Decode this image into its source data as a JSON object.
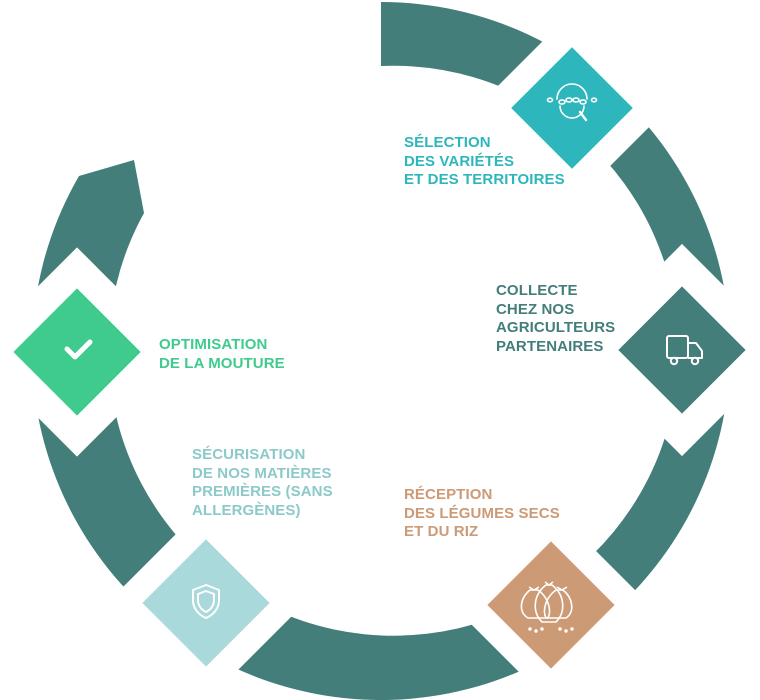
{
  "colors": {
    "ring": "#437e7b",
    "selection": "#2db7bc",
    "collecte": "#437e7b",
    "reception": "#cc9a75",
    "securisation": "#a9d9db",
    "optimisation": "#3ecb8d",
    "gap": "#ffffff"
  },
  "steps": [
    {
      "id": "selection",
      "lines": [
        "SÉLECTION",
        "DES VARIÉTÉS",
        "ET DES TERRITOIRES"
      ],
      "icon": "seeds-magnifier-icon",
      "color_key": "selection"
    },
    {
      "id": "collecte",
      "lines": [
        "COLLECTE",
        "CHEZ NOS",
        "AGRICULTEURS",
        "PARTENAIRES"
      ],
      "icon": "truck-icon",
      "color_key": "collecte"
    },
    {
      "id": "reception",
      "lines": [
        "RÉCEPTION",
        "DES LÉGUMES SECS",
        "ET DU RIZ"
      ],
      "icon": "sacks-icon",
      "color_key": "reception"
    },
    {
      "id": "securisation",
      "lines": [
        "SÉCURISATION",
        "DE NOS MATIÈRES",
        "PREMIÈRES (SANS",
        "ALLERGÈNES)"
      ],
      "icon": "shield-icon",
      "color_key": "securisation"
    },
    {
      "id": "optimisation",
      "lines": [
        "OPTIMISATION",
        "DE LA MOUTURE"
      ],
      "icon": "checkmark-icon",
      "color_key": "optimisation"
    }
  ]
}
